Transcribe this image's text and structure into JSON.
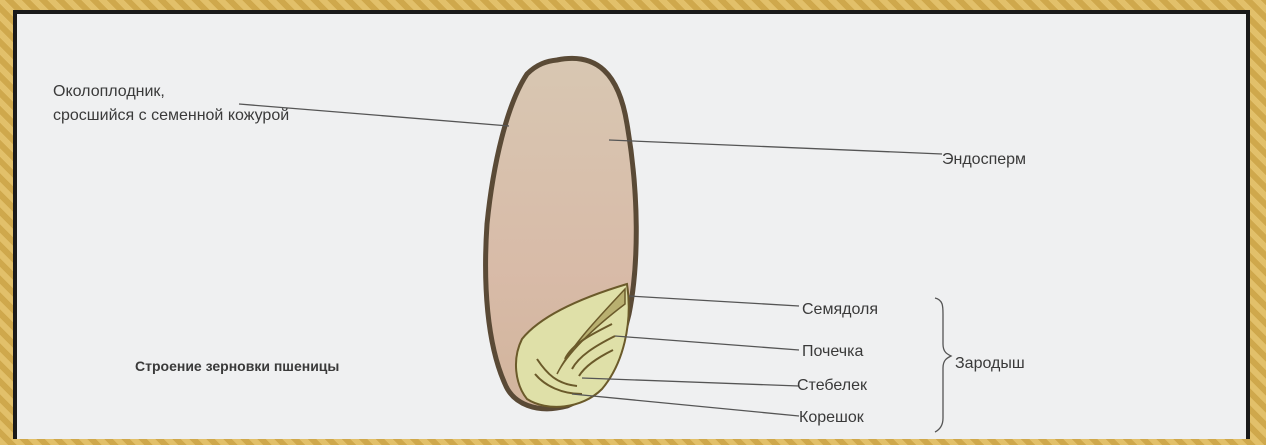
{
  "labels": {
    "pericarp_line1": "Околоплодник,",
    "pericarp_line2": "сросшийся с семенной кожурой",
    "endosperm": "Эндосперм",
    "cotyledon": "Семядоля",
    "bud": "Почечка",
    "stem": "Стебелек",
    "root": "Корешок",
    "embryo": "Зародыш",
    "caption": "Строение зерновки пшеницы"
  },
  "colors": {
    "background": "#eff0f1",
    "grain_fill": "#d9c2ab",
    "grain_outline": "#5a4a36",
    "embryo_fill": "#dfe0a8",
    "frame": "#d9b45a",
    "leader": "#555555"
  }
}
